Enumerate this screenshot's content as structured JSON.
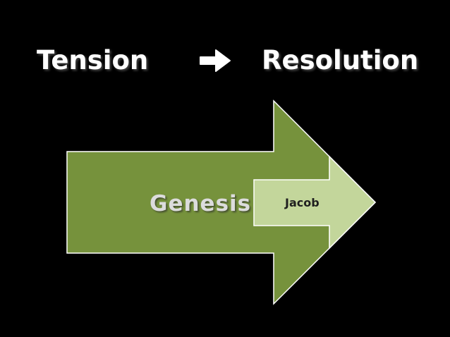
{
  "title": {
    "left_word": "Tension",
    "right_word": "Resolution",
    "arrow_icon": "right-arrow-icon"
  },
  "diagram": {
    "outer_arrow": {
      "label": "Genesis",
      "fill": "#76923c",
      "stroke": "#ffffff"
    },
    "inner_arrow": {
      "label": "Jacob",
      "fill": "#c3d69b",
      "stroke": "#ffffff"
    }
  },
  "colors": {
    "background": "#000000",
    "title_text": "#ffffff",
    "outer_label_text": "#dcdcdc",
    "inner_label_text": "#1f1f1f"
  }
}
